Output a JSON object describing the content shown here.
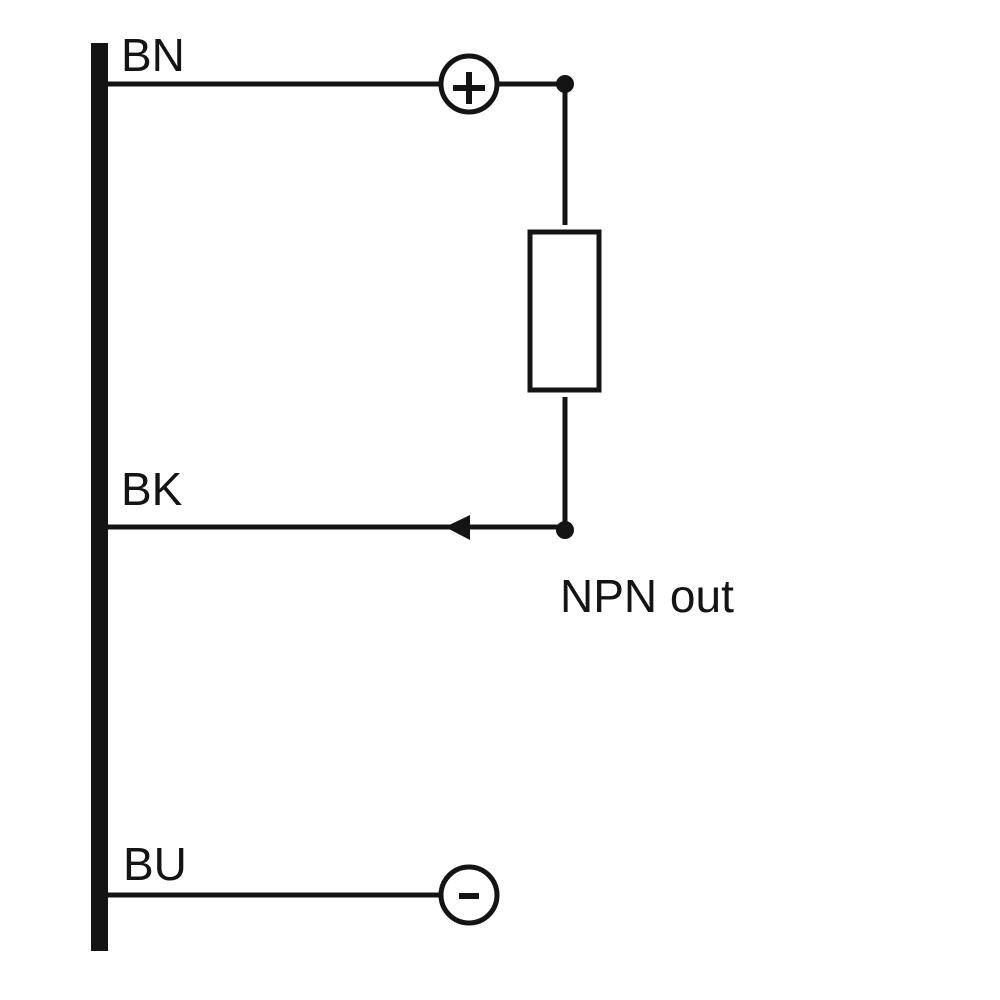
{
  "diagram": {
    "colors": {
      "line": "#141414",
      "background": "#ffffff"
    },
    "wires": {
      "brown": {
        "label": "BN"
      },
      "black": {
        "label": "BK"
      },
      "blue": {
        "label": "BU"
      }
    },
    "terminals": {
      "positive": {
        "symbol": "+"
      },
      "negative": {
        "symbol": "-"
      }
    },
    "output": {
      "label": "NPN out"
    },
    "components": [
      "sensor-body-bar",
      "load-resistor",
      "output-arrow",
      "junction-dots"
    ]
  }
}
